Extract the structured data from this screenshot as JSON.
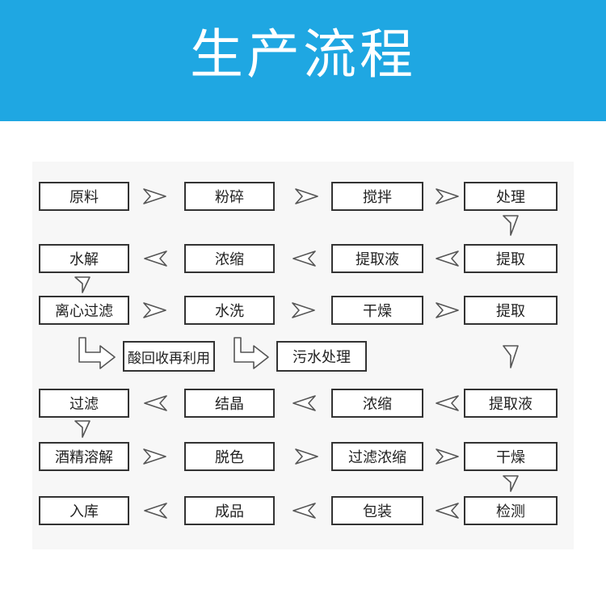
{
  "title": "生产流程",
  "colors": {
    "banner": "#1fa7e2",
    "border": "#333333",
    "text": "#222222"
  },
  "steps": {
    "r1": [
      "原料",
      "粉碎",
      "搅拌",
      "处理"
    ],
    "r2": [
      "水解",
      "浓缩",
      "提取液",
      "提取"
    ],
    "r3": [
      "离心过滤",
      "水洗",
      "干燥",
      "提取"
    ],
    "side": [
      "酸回收再利用",
      "污水处理"
    ],
    "r4": [
      "过滤",
      "结晶",
      "浓缩",
      "提取液"
    ],
    "r5": [
      "酒精溶解",
      "脱色",
      "过滤浓缩",
      "干燥"
    ],
    "r6": [
      "入库",
      "成品",
      "包装",
      "检测"
    ]
  },
  "icons": [
    "arrow-right-icon",
    "arrow-left-icon",
    "arrow-down-icon",
    "bent-arrow-icon"
  ]
}
